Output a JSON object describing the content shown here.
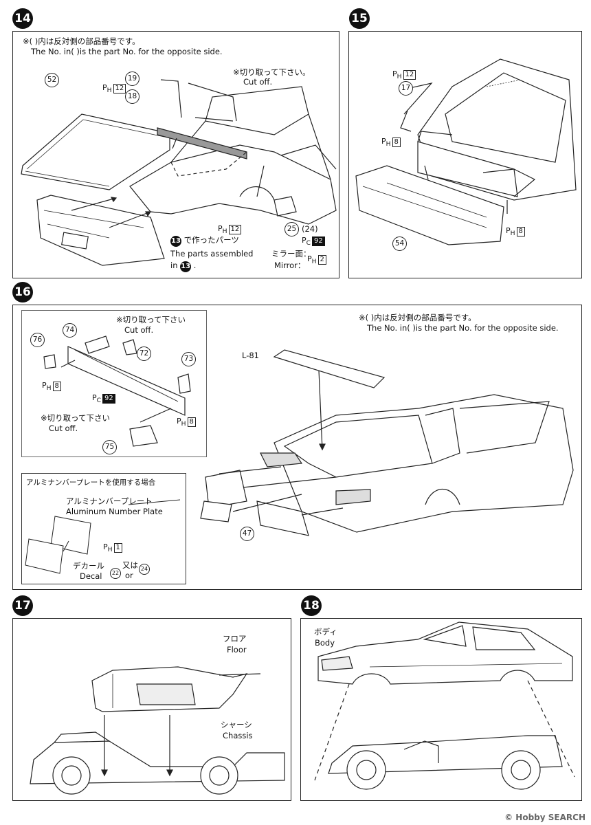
{
  "steps": {
    "s14": {
      "number": "14",
      "note_jp": "※(  )内は反対側の部品番号です。",
      "note_en": "The No. in(  )is the part No. for the opposite side.",
      "cutoff_jp": "※切り取って下さい。",
      "cutoff_en": "Cut off.",
      "parts": {
        "p52": "52",
        "p19": "19",
        "p18": "18",
        "p25": "25",
        "p24": "(24)"
      },
      "ph12_a": "12",
      "ph12_b": "12",
      "pc_label": "92",
      "assembled_jp": "で作ったパーツ",
      "assembled_en1": "The parts assembled",
      "assembled_en2": "in",
      "assembled_ref": "13",
      "mirror_jp": "ミラー面：",
      "mirror_en": "Mirror：",
      "mirror_ph": "2"
    },
    "s15": {
      "number": "15",
      "parts": {
        "p17": "17",
        "p54": "54"
      },
      "ph12": "12",
      "ph8_a": "8",
      "ph8_b": "8"
    },
    "s16": {
      "number": "16",
      "cutoff_jp_top": "※切り取って下さい",
      "cutoff_en_top": "Cut off.",
      "cutoff_jp_bottom": "※切り取って下さい",
      "cutoff_en_bottom": "Cut off.",
      "parts": {
        "p74": "74",
        "p76": "76",
        "p72": "72",
        "p73": "73",
        "p75": "75",
        "p81": "L-81",
        "p47": "47",
        "p22": "22",
        "p24": "24"
      },
      "ph8_a": "8",
      "ph8_b": "8",
      "pc92": "92",
      "note_jp": "※(  )内は反対側の部品番号です。",
      "note_en": "The No. in(  )is the part No. for the opposite side.",
      "alu_title": "アルミナンバープレートを使用する場合",
      "alu_jp": "アルミナンバープレート",
      "alu_en": "Aluminum Number Plate",
      "alu_ph": "1",
      "decal_jp": "デカール",
      "decal_en": "Decal",
      "or_jp": "又は",
      "or_en": "or"
    },
    "s17": {
      "number": "17",
      "floor_jp": "フロア",
      "floor_en": "Floor",
      "chassis_jp": "シャーシ",
      "chassis_en": "Chassis"
    },
    "s18": {
      "number": "18",
      "body_jp": "ボディ",
      "body_en": "Body"
    }
  },
  "ph_prefix": "P",
  "ph_sub": "H",
  "pc_sub": "C",
  "watermark": "© Hobby SEARCH"
}
